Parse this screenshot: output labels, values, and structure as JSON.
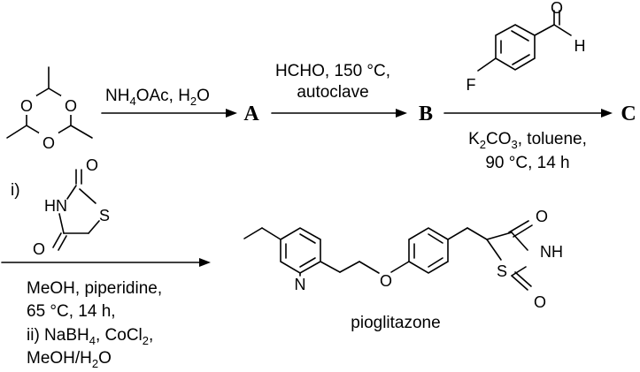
{
  "compounds": {
    "a": "A",
    "b": "B",
    "c": "C"
  },
  "step1": {
    "reagent_main": "NH",
    "reagent_sub": "4",
    "reagent_rest": "OAc, H",
    "reagent_sub2": "2",
    "reagent_end": "O"
  },
  "step2": {
    "line1": "HCHO, 150 °C,",
    "line2": "autoclave"
  },
  "step3": {
    "line1_pre": "K",
    "line1_sub": "2",
    "line1_mid": "CO",
    "line1_sub2": "3",
    "line1_post": ", toluene,",
    "line2": "90 °C, 14 h"
  },
  "step4": {
    "label_i": "i)",
    "line1": "MeOH, piperidine,",
    "line2": "65 °C, 14 h,",
    "line3_pre": "ii) NaBH",
    "line3_sub": "4",
    "line3_mid": ", CoCl",
    "line3_sub2": "2",
    "line3_post": ",",
    "line4_pre": "MeOH/H",
    "line4_sub": "2",
    "line4_post": "O"
  },
  "atoms": {
    "trioxane_o": "O",
    "aldehyde_o": "O",
    "aldehyde_h": "H",
    "fluorine": "F",
    "tzd_nh": "HN",
    "tzd_s": "S",
    "tzd_o": "O",
    "pio_n": "N",
    "pio_o": "O",
    "pio_s": "S",
    "pio_nh": "NH"
  },
  "product_name": "pioglitazone"
}
